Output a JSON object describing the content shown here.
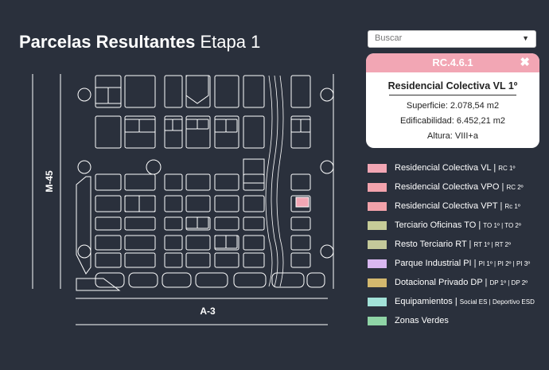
{
  "title": {
    "bold": "Parcelas Resultantes",
    "normal": "Etapa 1"
  },
  "map": {
    "road_m45": "M-45",
    "road_a3": "A-3",
    "selected_color": "#f2a6b4"
  },
  "search": {
    "placeholder": "Buscar",
    "caret": "▼"
  },
  "card": {
    "code": "RC.4.6.1",
    "close": "✖",
    "name": "Residencial Colectiva VL 1º",
    "surface": "Superficie: 2.078,54 m2",
    "buildability": "Edificabilidad: 6.452,21 m2",
    "height": "Altura: VIII+a",
    "header_color": "#f2a6b4"
  },
  "legend": [
    {
      "label": "Residencial Colectiva VL",
      "sub": "RC 1º",
      "color": "#f2a6b4"
    },
    {
      "label": "Residencial Colectiva VPO",
      "sub": "RC 2º",
      "color": "#f3a3ad"
    },
    {
      "label": "Residencial Colectiva VPT",
      "sub": "Rc 1º",
      "color": "#f2a2aa"
    },
    {
      "label": "Terciario Oficinas TO",
      "sub": "TO 1º | TO 2º",
      "color": "#c6cc98"
    },
    {
      "label": "Resto Terciario RT",
      "sub": "RT 1º | RT 2º",
      "color": "#c4c99a"
    },
    {
      "label": "Parque Industrial PI",
      "sub": "PI 1º | PI 2º | PI 3º",
      "color": "#d9b7f0"
    },
    {
      "label": "Dotacional Privado DP",
      "sub": "DP 1º | DP 2º",
      "color": "#d3b86e"
    },
    {
      "label": "Equipamientos",
      "sub": "Social ES | Deportivo ESD",
      "color": "#a2e2d8"
    },
    {
      "label": "Zonas Verdes",
      "sub": "",
      "color": "#8fd4a6"
    }
  ]
}
